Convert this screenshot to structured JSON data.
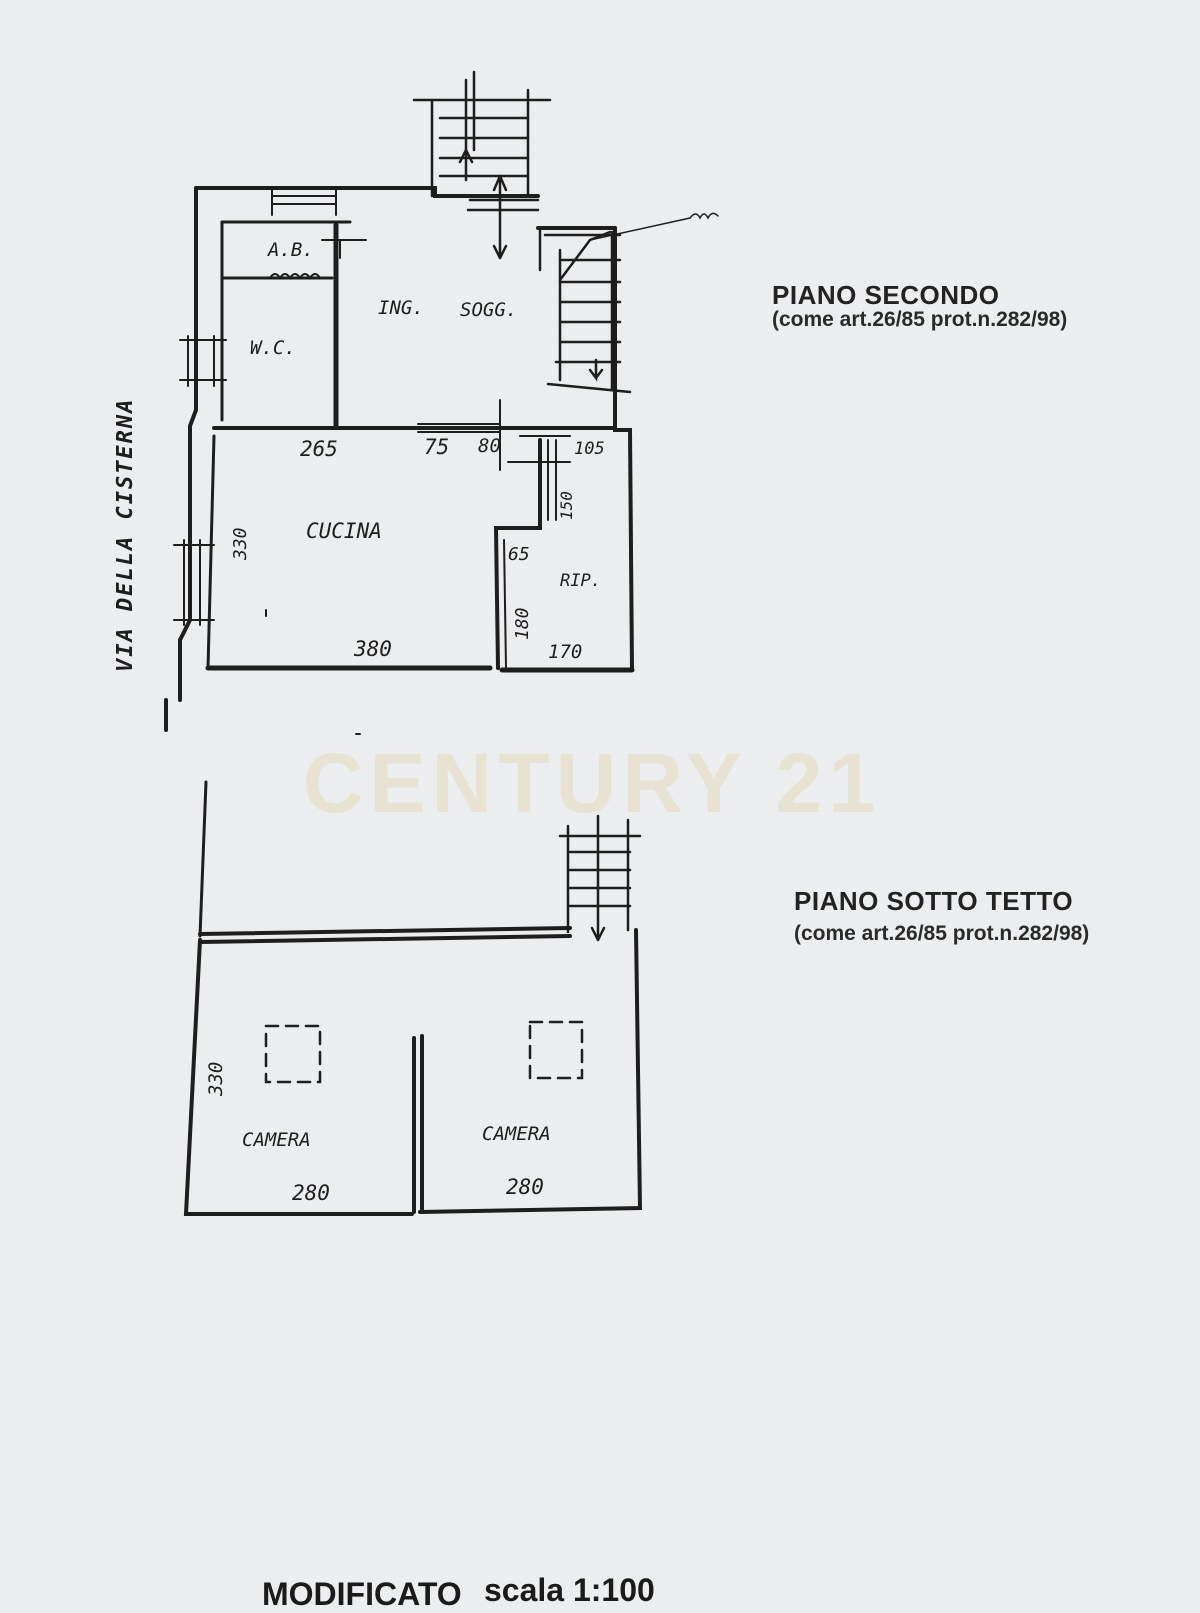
{
  "floors": {
    "second": {
      "title": "PIANO SECONDO",
      "ref": "(come art.26/85 prot.n.282/98)",
      "rooms": {
        "ab": "A.B.",
        "wc": "W.C.",
        "ing": "ING.",
        "sogg": "SOGG.",
        "cucina": "CUCINA",
        "rip": "RIP."
      },
      "dims": {
        "d265": "265",
        "d75": "75",
        "d80": "80",
        "d105": "105",
        "d330": "330",
        "d150": "150",
        "d65": "65",
        "d180": "180",
        "d380": "380",
        "d170": "170"
      }
    },
    "attic": {
      "title": "PIANO SOTTO TETTO",
      "ref": "(come art.26/85 prot.n.282/98)",
      "rooms": {
        "camera_left": "CAMERA",
        "camera_right": "CAMERA"
      },
      "dims": {
        "d330": "330",
        "d280_left": "280",
        "d280_right": "280"
      }
    }
  },
  "street_label": "VIA DELLA CISTERNA",
  "watermark": "CENTURY 21",
  "footer": {
    "label": "MODIFICATO",
    "scale": "scala 1:100"
  },
  "colors": {
    "paper": "#ecedef",
    "ink": "#1e1e1e",
    "watermark": "#e3d9b8"
  }
}
